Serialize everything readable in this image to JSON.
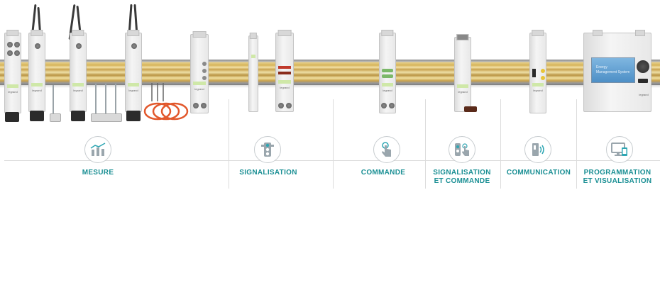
{
  "categories": [
    {
      "id": "mesure",
      "line1": "MESURE",
      "line2": "",
      "icon": "bar-chart-icon"
    },
    {
      "id": "signalisation",
      "line1": "SIGNALISATION",
      "line2": "",
      "icon": "traffic-light-icon"
    },
    {
      "id": "commande",
      "line1": "COMMANDE",
      "line2": "",
      "icon": "touch-hand-icon"
    },
    {
      "id": "signalisation-commande",
      "line1": "SIGNALISATION",
      "line2": "ET COMMANDE",
      "icon": "light-and-hand-icon"
    },
    {
      "id": "communication",
      "line1": "COMMUNICATION",
      "line2": "",
      "icon": "wireless-device-icon"
    },
    {
      "id": "programmation",
      "line1": "PROGRAMMATION",
      "line2": "ET VISUALISATION",
      "icon": "monitor-tablet-icon"
    }
  ],
  "display": {
    "line1": "Energy",
    "line2": "Management System"
  },
  "brand": "legrand",
  "colors": {
    "accent": "#1a8f94",
    "icon": "#7a8a92",
    "icon_accent": "#2ea6b3"
  }
}
